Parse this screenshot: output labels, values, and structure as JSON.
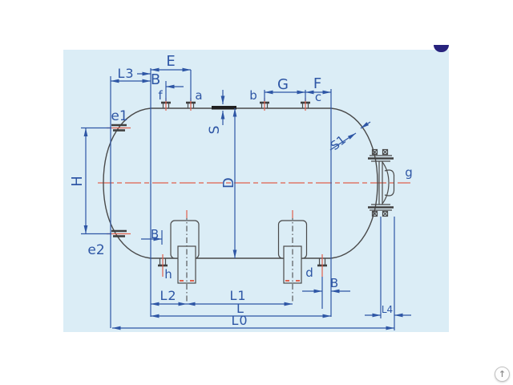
{
  "window": {
    "background": "#ffffff"
  },
  "panel": {
    "background": "#dbedf6"
  },
  "colors": {
    "dimension_blue": "#2e56a5",
    "outline_gray": "#4a4a4a",
    "centerline_red": "#e0614d",
    "wall_section_black": "#202020",
    "logo_navy": "#28237d",
    "scroll_icon_gray": "#8f8f8f"
  },
  "diagram": {
    "type": "horizontal-pressure-vessel-dimension-drawing",
    "dimension_labels": {
      "E": "E",
      "B": "B",
      "L3": "L3",
      "G": "G",
      "F": "F",
      "S": "S",
      "S1": "S1",
      "D": "D",
      "H": "H",
      "L": "L",
      "L0": "L0",
      "L1": "L1",
      "L2": "L2",
      "L4": "L4"
    },
    "nozzle_labels": {
      "a": "a",
      "b": "b",
      "c": "c",
      "d": "d",
      "f": "f",
      "g": "g",
      "h": "h",
      "e1": "e1",
      "e2": "e2"
    }
  },
  "icons": {
    "scroll_to_top_arrow": "↑"
  }
}
